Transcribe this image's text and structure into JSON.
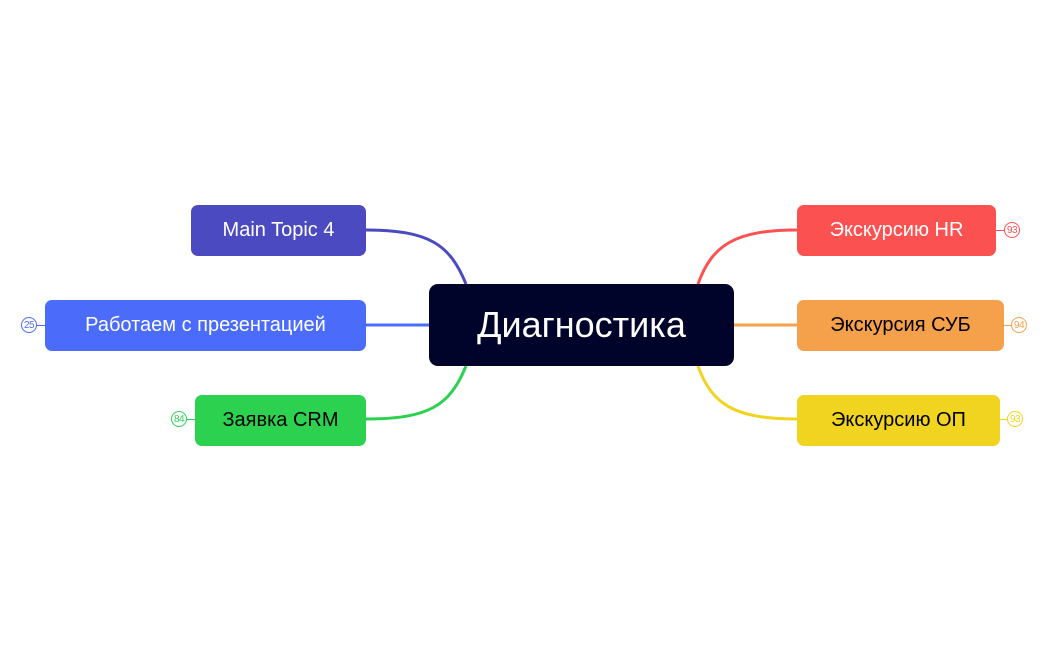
{
  "central": {
    "label": "Диагностика",
    "color": "#00032a",
    "text_color": "#ffffff"
  },
  "left_topics": [
    {
      "label": "Main Topic 4",
      "color": "#4c4ac0",
      "text_color": "#ffffff",
      "badge": null
    },
    {
      "label": "Работаем с презентацией",
      "color": "#4b6cfb",
      "text_color": "#ffffff",
      "badge": "25"
    },
    {
      "label": "Заявка CRM",
      "color": "#2cd150",
      "text_color": "#000000",
      "badge": "84"
    }
  ],
  "right_topics": [
    {
      "label": "Экскурсию HR",
      "color": "#fb5151",
      "text_color": "#ffffff",
      "badge": "93"
    },
    {
      "label": "Экскурсия СУБ",
      "color": "#f5a04a",
      "text_color": "#000000",
      "badge": "94"
    },
    {
      "label": "Экскурсию ОП",
      "color": "#f0d420",
      "text_color": "#000000",
      "badge": "93"
    }
  ]
}
